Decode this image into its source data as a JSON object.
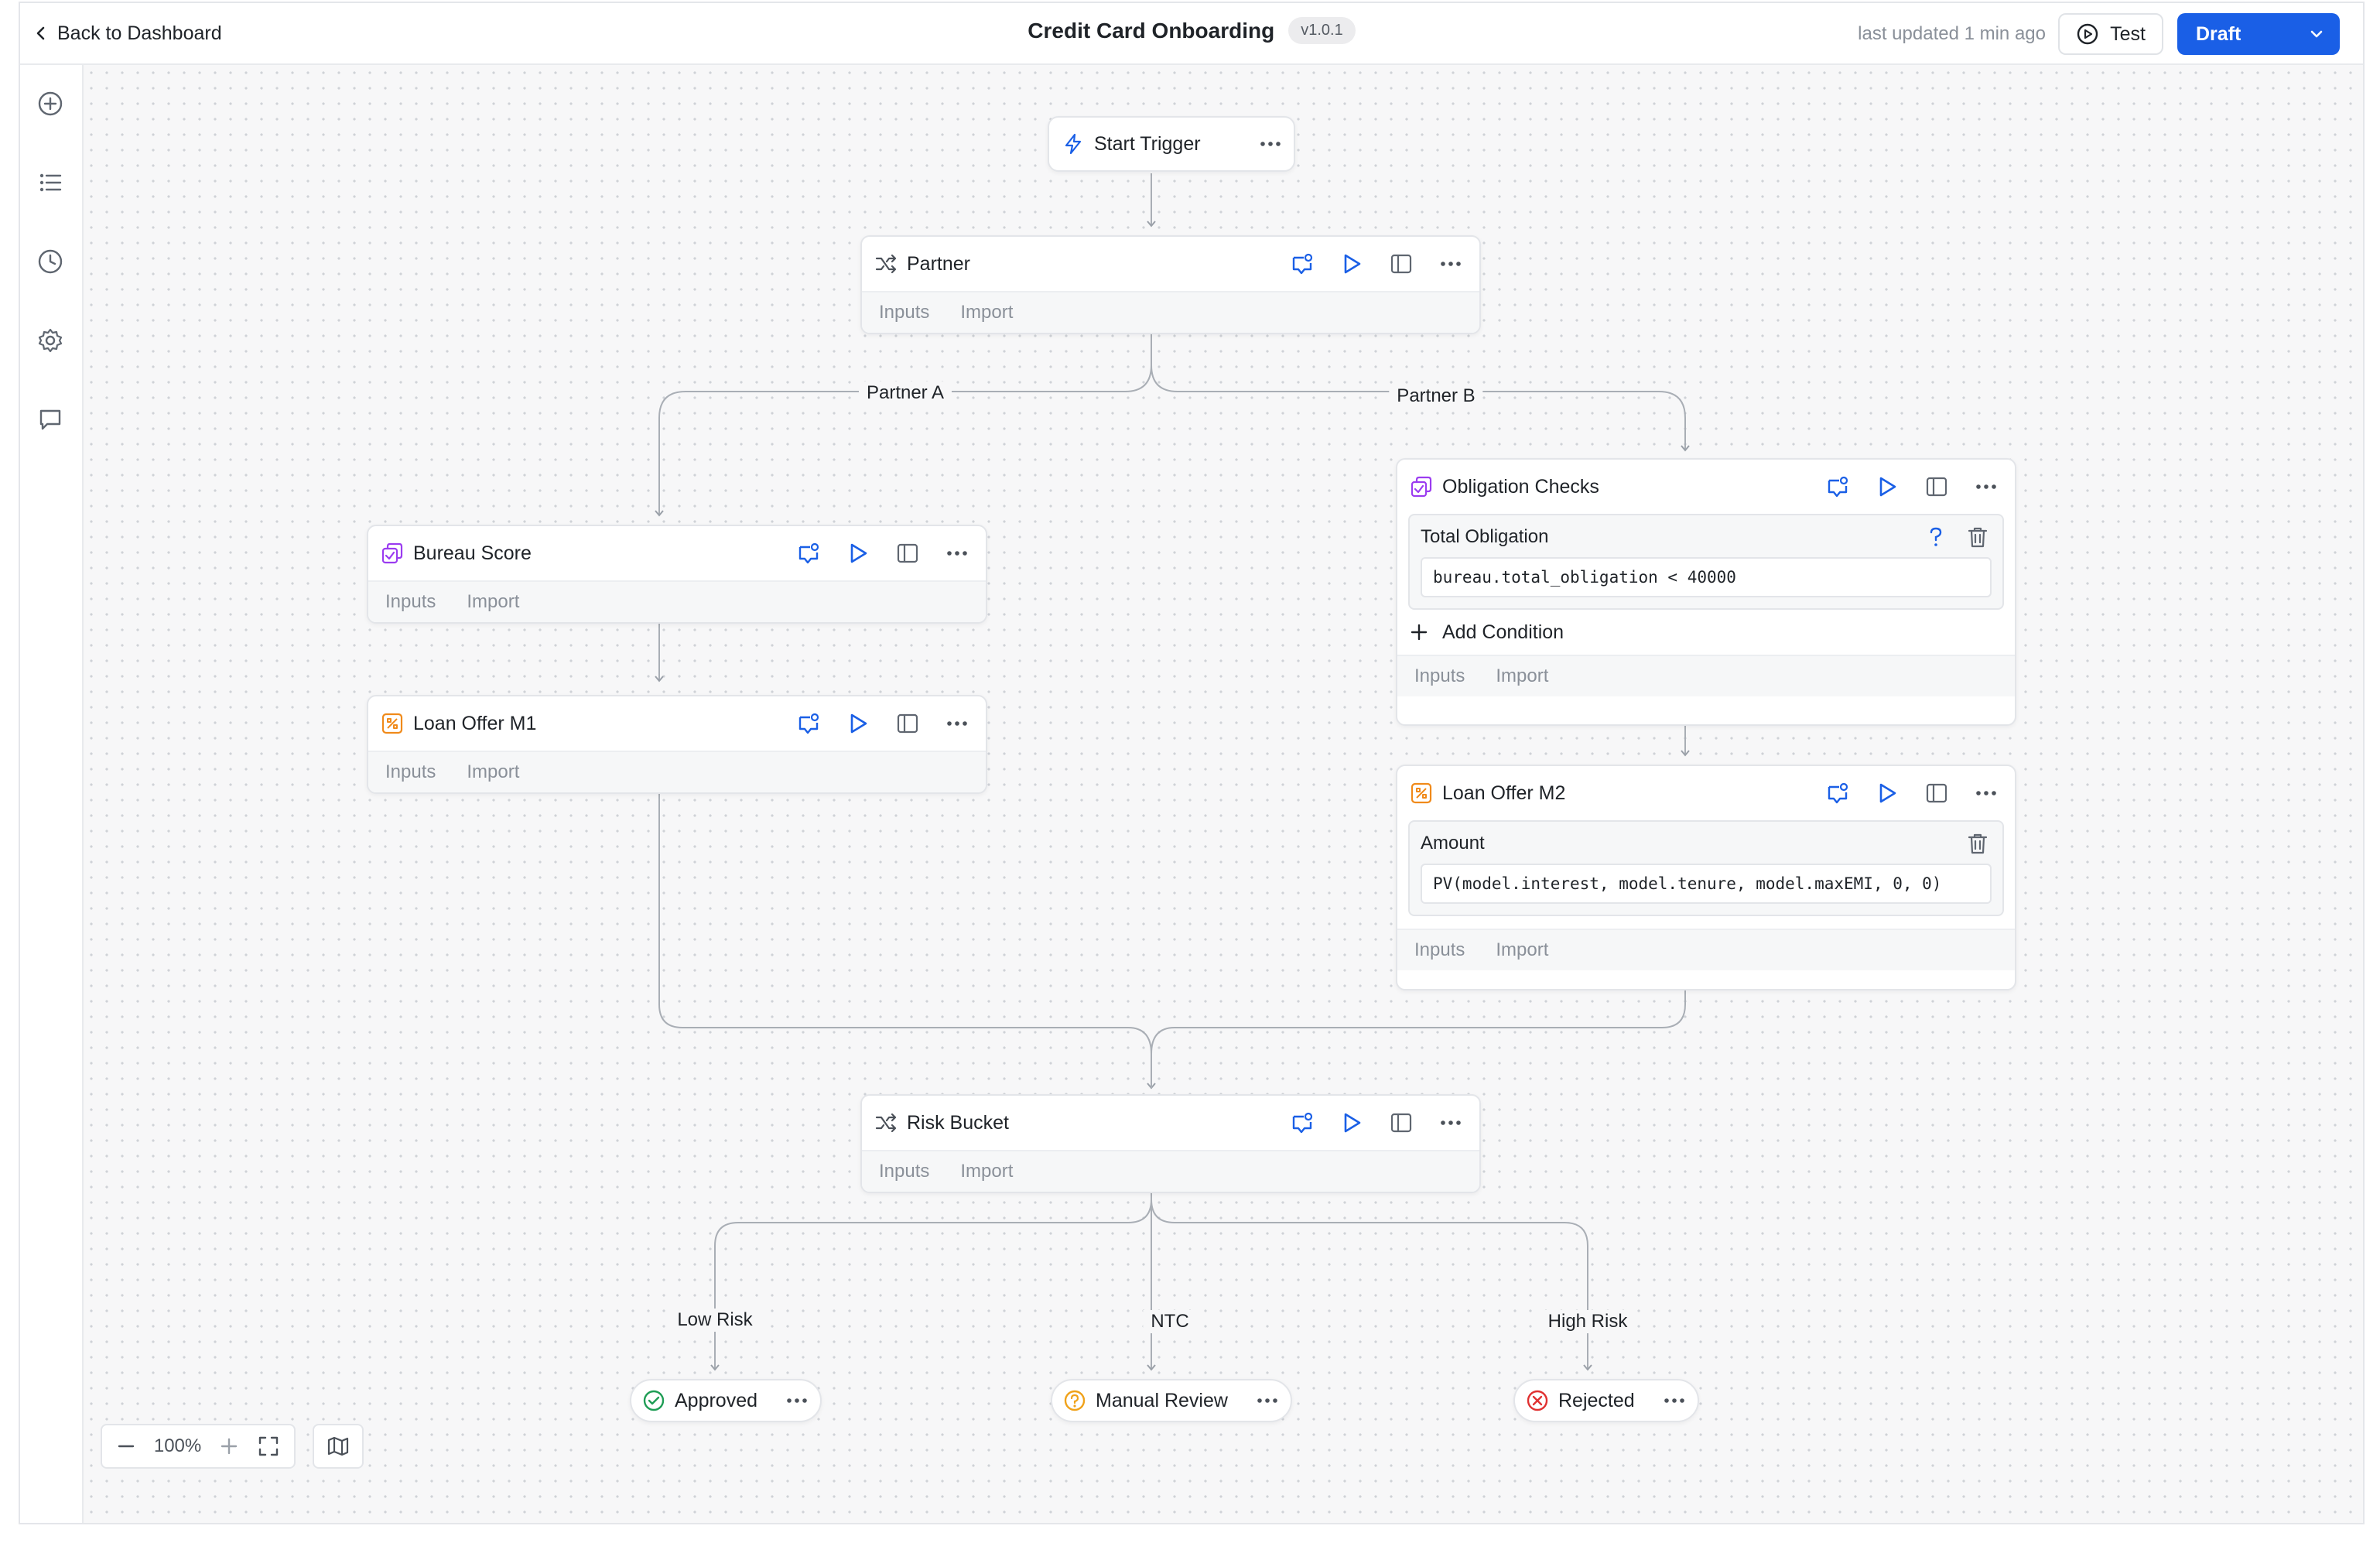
{
  "header": {
    "back_label": "Back to Dashboard",
    "title": "Credit Card Onboarding",
    "version": "v1.0.1",
    "updated": "last updated 1 min ago",
    "test_label": "Test",
    "draft_label": "Draft"
  },
  "colors": {
    "accent": "#1a5fe6",
    "decision_purple": "#9b3cf0",
    "model_orange": "#f08a1a",
    "approved_green": "#1f9d55",
    "review_amber": "#f0a21a",
    "rejected_red": "#e03131"
  },
  "nodes": {
    "start": {
      "title": "Start Trigger",
      "icon": "bolt-icon"
    },
    "partner": {
      "title": "Partner",
      "icon": "shuffle-icon",
      "inputs": "Inputs",
      "import": "Import"
    },
    "bureau": {
      "title": "Bureau Score",
      "icon": "ruleset-icon",
      "inputs": "Inputs",
      "import": "Import"
    },
    "loan_m1": {
      "title": "Loan Offer M1",
      "icon": "model-icon",
      "inputs": "Inputs",
      "import": "Import"
    },
    "obligation": {
      "title": "Obligation Checks",
      "icon": "ruleset-icon",
      "condition_label": "Total Obligation",
      "condition_value": "bureau.total_obligation < 40000",
      "add_condition": "Add Condition",
      "inputs": "Inputs",
      "import": "Import"
    },
    "loan_m2": {
      "title": "Loan Offer M2",
      "icon": "model-icon",
      "field_label": "Amount",
      "field_value": "PV(model.interest, model.tenure, model.maxEMI, 0, 0)",
      "inputs": "Inputs",
      "import": "Import"
    },
    "risk": {
      "title": "Risk Bucket",
      "icon": "shuffle-icon",
      "inputs": "Inputs",
      "import": "Import"
    },
    "approved": {
      "title": "Approved",
      "icon": "check-circle-icon"
    },
    "manual": {
      "title": "Manual Review",
      "icon": "question-circle-icon"
    },
    "rejected": {
      "title": "Rejected",
      "icon": "x-circle-icon"
    }
  },
  "edges": {
    "partner_a": "Partner A",
    "partner_b": "Partner B",
    "low_risk": "Low Risk",
    "ntc": "NTC",
    "high_risk": "High Risk"
  },
  "zoom": {
    "level": "100%"
  },
  "sidebar": [
    "plus-circle-icon",
    "list-icon",
    "clock-icon",
    "gear-icon",
    "chat-icon"
  ]
}
